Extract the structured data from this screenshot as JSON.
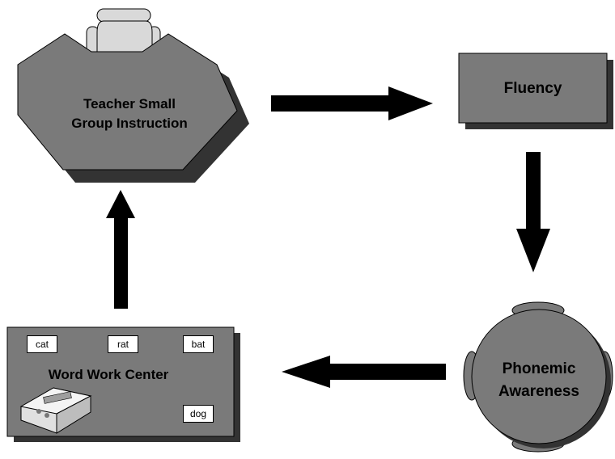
{
  "nodes": {
    "teacher": {
      "line1": "Teacher Small",
      "line2": "Group Instruction"
    },
    "fluency": {
      "label": "Fluency"
    },
    "phonemic": {
      "line1": "Phonemic",
      "line2": "Awareness"
    },
    "word_work": {
      "label": "Word Work Center",
      "cards": [
        "cat",
        "rat",
        "bat",
        "dog"
      ]
    }
  },
  "colors": {
    "shape_fill": "#7a7a7a",
    "shadow": "#333333",
    "arrow": "#000000"
  }
}
